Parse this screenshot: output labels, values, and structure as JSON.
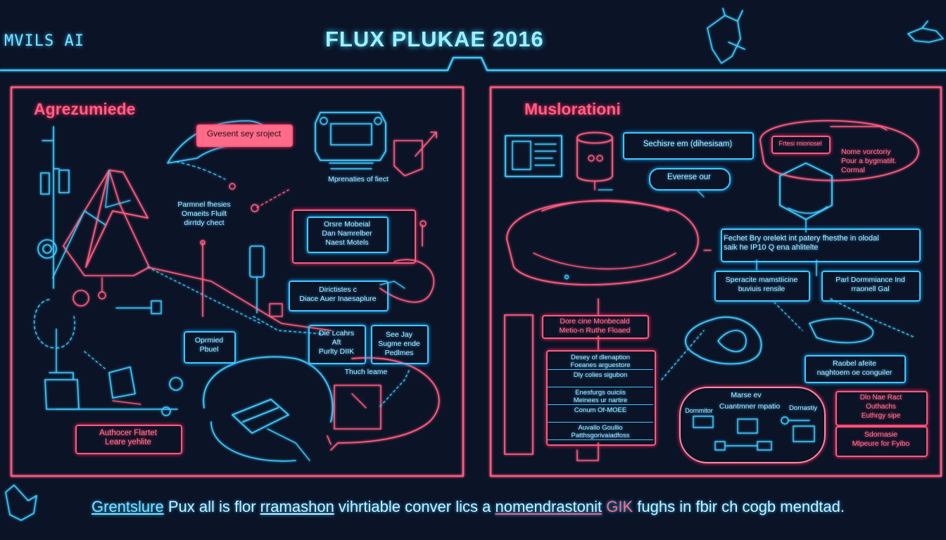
{
  "header": {
    "brand": "MVILS AI",
    "title": "FLUX PLUKAE 2016"
  },
  "left_panel": {
    "title": "Agrezumiede",
    "labels": {
      "gvesent": "Gvesent sey sroject",
      "mprenties": "Mprenaties of fiect",
      "parmnel": "Parmnel fhesies\nOmaeits Fluilt\ndirrtdy chect",
      "orsre": "Orsre Mobeial\nDan Namrelber\nNaest Motels",
      "dirictistes": "Dirictistes c\nDiace Auer Inaesaplure",
      "oprmiid": "Oprmied\nPbuel",
      "die_lcahs": "Die Lcahrs\nAft\nPurlty DIIK",
      "see_jay": "See Jay\nSugme ende\nPedlmes",
      "thuch": "Thuch leame",
      "authocer": "Authocer Flartet\nLeare yehlite"
    }
  },
  "right_panel": {
    "title": "Muslorationi",
    "labels": {
      "sechisre": "Sechisre em (dihesisam)",
      "everese": "Everese our",
      "top_oval": "Frtesi mioriosel",
      "nome": "Nome vorctoriy\nPour a bygmatilt.\nCormal",
      "fechet": "Fechet Bry orelekt int patery fhesthe in olodal\nsaik      he IP10 Q ena ahlitelte",
      "speracite": "Speracite mamstiicine\nbuviuis       rensile",
      "parl": "Parl Dormmiance Ind\nrraonell Gal",
      "dore": "Dore cine Monbecald\nMetio-n Ruthe Floaed",
      "list": [
        "Desey of dlenaption\nFoeanes arguestore",
        "Dly colies sigubon",
        "Enesfurgs ouiciis\nMeinees ur nartire",
        "Conum Of-MOEE",
        "Auvallo Goullio\nPatthsgorivaiadfoss"
      ],
      "raobic": "Raobel afeite\nnaghtoem oe conguiler",
      "marse": "Marse ev",
      "cuantmer": "Cuantmner mpatio",
      "dornastiy": "Dornastiy",
      "dormmitor": "Dornmitor",
      "die_nae": "Dlo Nae Ract\nOuthachs\nEuthrgy sipe",
      "sdornasie": "Sdornasie\nMlpeure for Fyibo"
    }
  },
  "caption": {
    "part1": "Grentslure",
    "part2": " Pux all is flor ",
    "part3": "rramashon",
    "part4": " vihrtiable conver lics a ",
    "part5": "nomendrastonit",
    "part6": " ",
    "part7": "GIK",
    "part8": " fughs in fbir ch cogb mendtad."
  },
  "colors": {
    "background": "#0b1326",
    "cyan": "#3fc9ff",
    "pink": "#ff5a7e"
  }
}
